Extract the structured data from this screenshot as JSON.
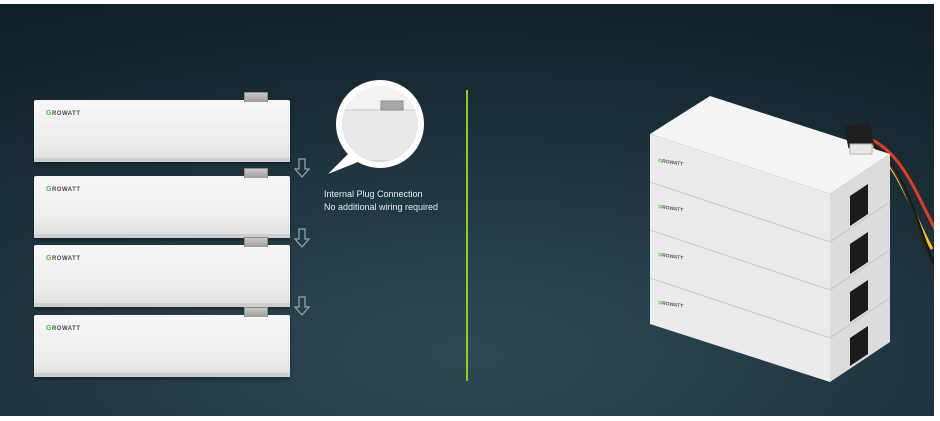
{
  "brand": {
    "logo_text": "ROWATT",
    "logo_initial": "G",
    "accent_color": "#8ecb2c",
    "logo_green": "#3dbb3d"
  },
  "modules": [
    {
      "logo": "ROWATT"
    },
    {
      "logo": "ROWATT"
    },
    {
      "logo": "ROWATT"
    },
    {
      "logo": "ROWATT"
    }
  ],
  "callout": {
    "line1": "Internal Plug Connection",
    "line2": "No additional wiring required"
  },
  "icons": [
    "down-arrow-icon",
    "magnifier-callout-icon"
  ]
}
